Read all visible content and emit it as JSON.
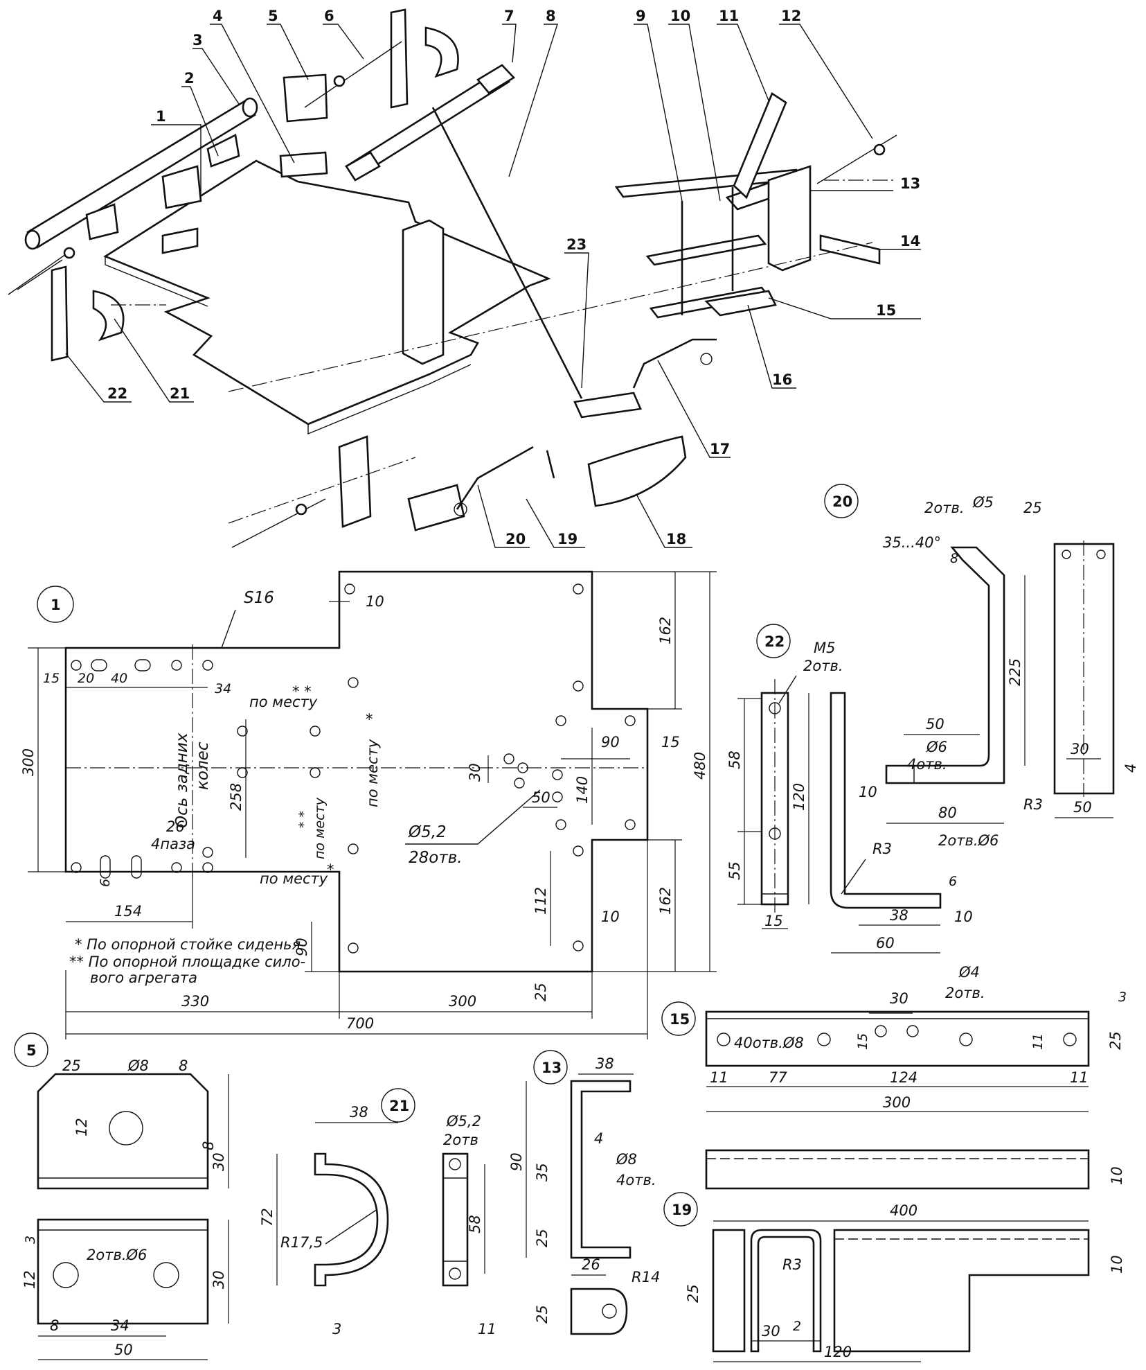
{
  "callouts": [
    "1",
    "2",
    "3",
    "4",
    "5",
    "6",
    "7",
    "8",
    "9",
    "10",
    "11",
    "12",
    "13",
    "14",
    "15",
    "16",
    "17",
    "18",
    "19",
    "20",
    "21",
    "22",
    "23"
  ],
  "detail_markers": {
    "d1": "1",
    "d5": "5",
    "d13": "13",
    "d15": "15",
    "d19": "19",
    "d20": "20",
    "d21": "21",
    "d22": "22"
  },
  "part1": {
    "thickness": "S16",
    "dims": {
      "d10a": "10",
      "d162a": "162",
      "d480": "480",
      "d300": "300",
      "d15a": "15",
      "d20": "20",
      "d40": "40",
      "d34": "34",
      "d258": "258",
      "d90a": "90",
      "d15b": "15",
      "d30": "30",
      "d50": "50",
      "d140": "140",
      "d26": "26",
      "d6": "6",
      "d112": "112",
      "d10b": "10",
      "d162b": "162",
      "d154": "154",
      "d90b": "90",
      "d25": "25",
      "d330": "330",
      "d300b": "300",
      "d700": "700"
    },
    "axis_label_1": "Ось задних",
    "axis_label_2": "колес",
    "po_mestu_1": "по месту",
    "po_mestu_2": "по месту",
    "po_mestu_3": "по месту",
    "po_mestu_4": "по месту",
    "star1": "* *",
    "star2": "*",
    "star3": "* *",
    "star4": "*",
    "slots": "4паза",
    "holes_1": "Ø5,2",
    "holes_2": "28отв.",
    "note1": "* По опорной стойке сиденья",
    "note2a": "** По опорной площадке сило-",
    "note2b": "вого агрегата"
  },
  "part22": {
    "m5": "M5",
    "holes": "2отв.",
    "d58": "58",
    "d55": "55",
    "d120": "120",
    "d15": "15",
    "r3": "R3",
    "holes6": "2отв.Ø6",
    "d6": "6",
    "d38": "38",
    "d60": "60",
    "d10": "10"
  },
  "part20": {
    "d5": "Ø5",
    "holes": "2отв.",
    "angle": "35...40°",
    "d25": "25",
    "d8": "8",
    "d225": "225",
    "d50": "50",
    "d6": "Ø6",
    "holes4": "4отв.",
    "d10": "10",
    "d80": "80",
    "r3": "R3",
    "d30": "30",
    "d4": "4",
    "d50b": "50"
  },
  "part5": {
    "d25": "25",
    "d8": "Ø8",
    "d8b": "8",
    "d12": "12",
    "d8c": "8",
    "d30": "30",
    "d3": "3",
    "holes": "2отв.Ø6",
    "d30b": "30",
    "d12b": "12",
    "d8d": "8",
    "d34": "34",
    "d50": "50"
  },
  "part21": {
    "d38": "38",
    "d72": "72",
    "r175": "R17,5",
    "d3": "3",
    "d52": "Ø5,2",
    "holes": "2отв",
    "d58": "58",
    "d11": "11"
  },
  "part13": {
    "d38": "38",
    "d90": "90",
    "d35": "35",
    "d4": "4",
    "d8": "Ø8",
    "holes": "4отв.",
    "d25": "25",
    "d26": "26",
    "r14": "R14",
    "d25b": "25"
  },
  "part15": {
    "d30": "30",
    "d4": "Ø4",
    "holes2": "2отв.",
    "d3": "3",
    "holes40": "40отв.Ø8",
    "d15": "15",
    "d11": "11",
    "d25": "25",
    "d11b": "11",
    "d77": "77",
    "d124": "124",
    "d11c": "11",
    "d300": "300",
    "d10": "10"
  },
  "part19": {
    "d400": "400",
    "d10": "10",
    "d25": "25",
    "r3": "R3",
    "d2": "2",
    "d30": "30",
    "d120": "120"
  }
}
